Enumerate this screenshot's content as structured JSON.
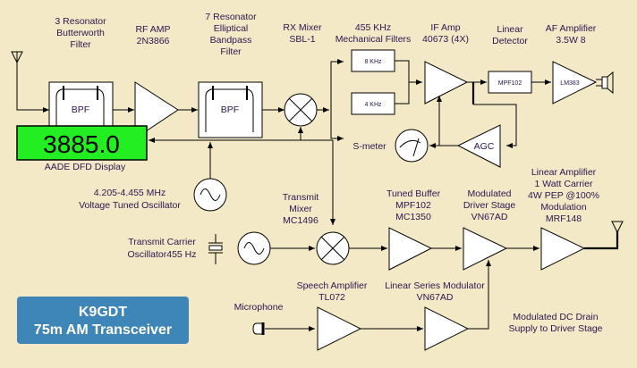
{
  "title": {
    "callsign": "K9GDT",
    "subtitle": "75m AM Transceiver",
    "background_color": "#3f86b8"
  },
  "display": {
    "frequency": "3885.0",
    "label": "AADE DFD Display",
    "color": "#22ee22"
  },
  "colors": {
    "background": "#f3e9c6",
    "text": "#2a1650"
  },
  "receive_chain": {
    "bpf1": {
      "lines": [
        "3 Resonator",
        "Butterworth",
        "Filter"
      ],
      "inner": "BPF"
    },
    "rf_amp": {
      "lines": [
        "RF AMP",
        "2N3866"
      ]
    },
    "bpf2": {
      "lines": [
        "7 Resonator",
        "Elliptical",
        "Bandpass",
        "Filter"
      ],
      "inner": "BPF"
    },
    "rx_mixer": {
      "lines": [
        "RX Mixer",
        "SBL-1"
      ]
    },
    "mech_filters": {
      "lines": [
        "455 KHz",
        "Mechanical Filters"
      ],
      "filter_a": "8 KHz",
      "filter_b": "4 KHz"
    },
    "if_amp": {
      "lines": [
        "IF Amp",
        "40673 (4X)"
      ]
    },
    "detector": {
      "lines": [
        "Linear",
        "Detector"
      ],
      "inner": "MPF102"
    },
    "af_amp": {
      "lines": [
        "AF Amplifier",
        "3.5W 8"
      ],
      "inner": "LM383"
    },
    "agc": {
      "inner": "AGC"
    },
    "s_meter": {
      "label": "S-meter"
    }
  },
  "vto": {
    "lines": [
      "4.205-4.455 MHz",
      "Voltage Tuned Oscillator"
    ]
  },
  "transmit_chain": {
    "carrier_osc": {
      "lines": [
        "Transmit Carrier",
        "Oscillator455 Hz"
      ]
    },
    "tx_mixer": {
      "lines": [
        "Transmit",
        "Mixer",
        "MC1496"
      ]
    },
    "tuned_buffer": {
      "lines": [
        "Tuned Buffer",
        "MPF102",
        "MC1350"
      ]
    },
    "driver": {
      "lines": [
        "Modulated",
        "Driver Stage",
        "VN67AD"
      ]
    },
    "linear_amp": {
      "lines": [
        "Linear Amplifier",
        "1 Watt Carrier",
        "4W PEP @100%",
        "Modulation",
        "MRF148"
      ]
    },
    "microphone": {
      "label": "Microphone"
    },
    "speech_amp": {
      "lines": [
        "Speech Amplifier",
        "TL072"
      ]
    },
    "modulator": {
      "lines": [
        "Linear Series Modulator",
        "VN67AD"
      ]
    },
    "drain_note": {
      "lines": [
        "Modulated DC Drain",
        "Supply to Driver Stage"
      ]
    }
  }
}
